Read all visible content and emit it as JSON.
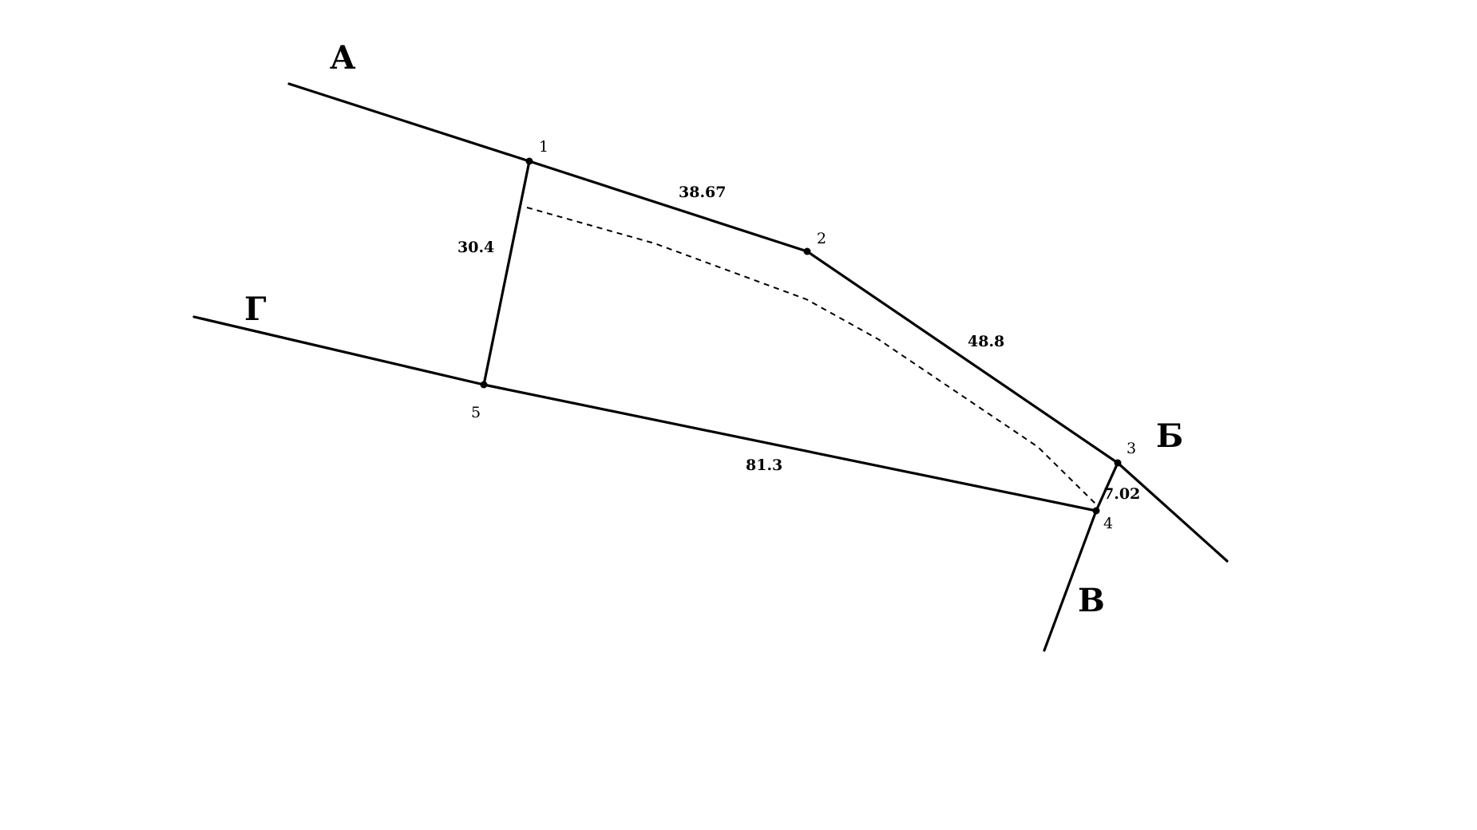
{
  "labels": {
    "a": "А",
    "b": "Б",
    "v": "В",
    "g": "Г"
  },
  "points": {
    "p1": "1",
    "p2": "2",
    "p3": "3",
    "p4": "4",
    "p5": "5"
  },
  "dimensions": {
    "d12": "38.67",
    "d23": "48.8",
    "d34": "7.02",
    "d45": "81.3",
    "d51": "30.4"
  }
}
